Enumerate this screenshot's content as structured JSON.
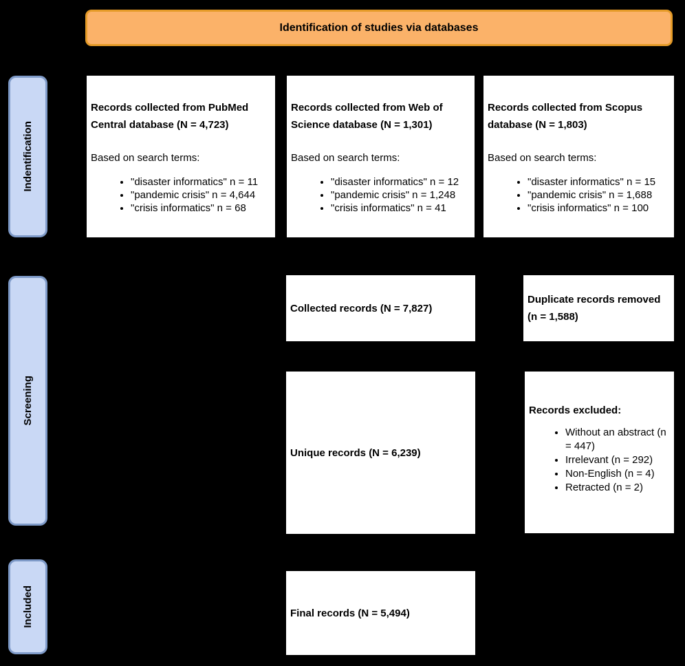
{
  "colors": {
    "background": "#000000",
    "banner_fill": "#FBB269",
    "banner_border": "#E59B28",
    "stage_fill": "#C9D8F5",
    "stage_border": "#7E9AC8",
    "box_fill": "#FFFFFF",
    "text": "#000000"
  },
  "banner": {
    "title": "Identification of studies via databases"
  },
  "stages": {
    "identification": "Indentification",
    "screening": "Screening",
    "included": "Included"
  },
  "sources": [
    {
      "heading": "Records collected from PubMed Central database (N = 4,723)",
      "intro": "Based on search terms:",
      "bullets": [
        "\"disaster informatics\" n = 11",
        "\"pandemic crisis\" n = 4,644",
        "\"crisis informatics\" n = 68"
      ]
    },
    {
      "heading": "Records collected from Web of Science database (N = 1,301)",
      "intro": "Based on search terms:",
      "bullets": [
        "\"disaster informatics\" n = 12",
        "\"pandemic crisis\" n = 1,248",
        "\"crisis informatics\" n = 41"
      ]
    },
    {
      "heading": "Records collected from Scopus database (N = 1,803)",
      "intro": "Based on search terms:",
      "bullets": [
        "\"disaster informatics\" n = 15",
        "\"pandemic crisis\" n = 1,688",
        "\"crisis informatics\" n = 100"
      ]
    }
  ],
  "flow": {
    "collected": "Collected records (N = 7,827)",
    "duplicates_removed": "Duplicate records removed (n = 1,588)",
    "unique": "Unique records (N = 6,239)",
    "excluded": {
      "heading": "Records excluded:",
      "bullets": [
        "Without an abstract (n = 447)",
        "Irrelevant (n = 292)",
        "Non-English (n = 4)",
        "Retracted (n = 2)"
      ]
    },
    "final": "Final records (N = 5,494)"
  }
}
